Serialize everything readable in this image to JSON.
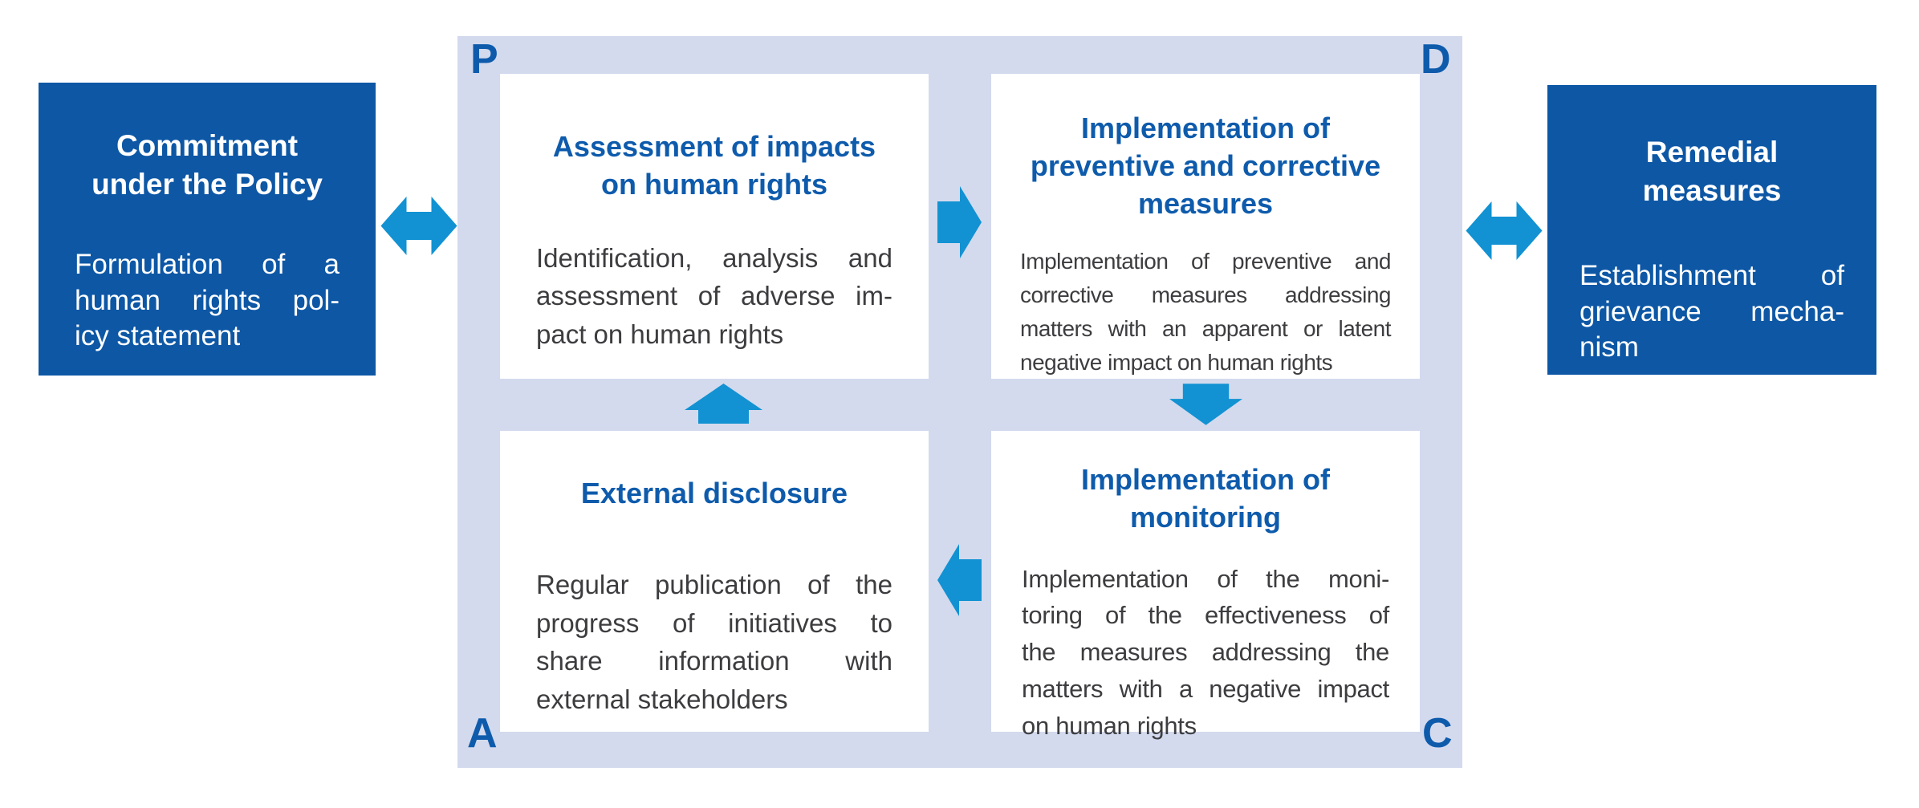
{
  "colors": {
    "box_blue": "#0d57a5",
    "heading_blue": "#0e5bac",
    "arrow_blue": "#1292d2",
    "panel_bg": "#d3daee",
    "body_text": "#3d3d40"
  },
  "left_box": {
    "title_lines": [
      "Commitment",
      "under the Policy"
    ],
    "body_lines": [
      "Formulation of a",
      "human rights pol-",
      "icy statement"
    ]
  },
  "right_box": {
    "title_lines": [
      "Remedial",
      "measures"
    ],
    "body_lines": [
      "Establishment of",
      "grievance mecha-",
      "nism"
    ]
  },
  "cycle": {
    "plan": {
      "corner_label": "P",
      "title_lines": [
        "Assessment of impacts",
        "on human rights"
      ],
      "body_lines": [
        "Identification, analysis and",
        "assessment of adverse im-",
        "pact on human rights"
      ]
    },
    "do": {
      "corner_label": "D",
      "title_lines": [
        "Implementation of",
        "preventive and corrective",
        "measures"
      ],
      "body_lines": [
        "Implementation of preventive and",
        "corrective measures addressing",
        "matters with an apparent or latent",
        "negative impact on human rights"
      ]
    },
    "check": {
      "corner_label": "C",
      "title_lines": [
        "Implementation of",
        "monitoring"
      ],
      "body_lines": [
        "Implementation of the moni-",
        "toring of the effectiveness of",
        "the measures addressing the",
        "matters with a negative impact",
        "on human rights"
      ]
    },
    "act": {
      "corner_label": "A",
      "title_lines": [
        "External disclosure"
      ],
      "body_lines": [
        "Regular publication of the",
        "progress of initiatives to",
        "share information with",
        "external stakeholders"
      ]
    }
  }
}
